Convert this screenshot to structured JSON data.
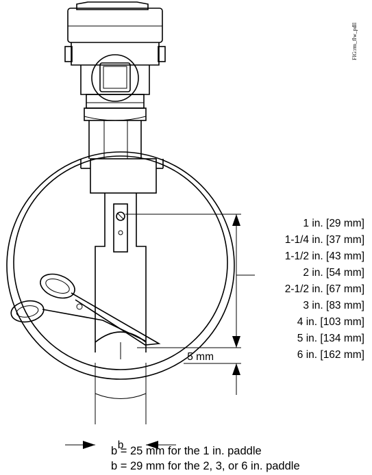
{
  "figure_id": "FIG:rm_flw_pdll",
  "size_labels": [
    "1 in. [29 mm]",
    "1-1/4 in. [37 mm]",
    "1-1/2 in. [43 mm]",
    "2 in. [54 mm]",
    "2-1/2 in. [67 mm]",
    "3 in. [83 mm]",
    "4 in. [103 mm]",
    "5 in. [134 mm]",
    "6 in. [162 mm]"
  ],
  "gap_label": "5 mm",
  "width_label": "b",
  "notes": [
    "b = 25 mm for the 1 in. paddle",
    "b = 29 mm for the 2, 3, or 6 in. paddle"
  ]
}
